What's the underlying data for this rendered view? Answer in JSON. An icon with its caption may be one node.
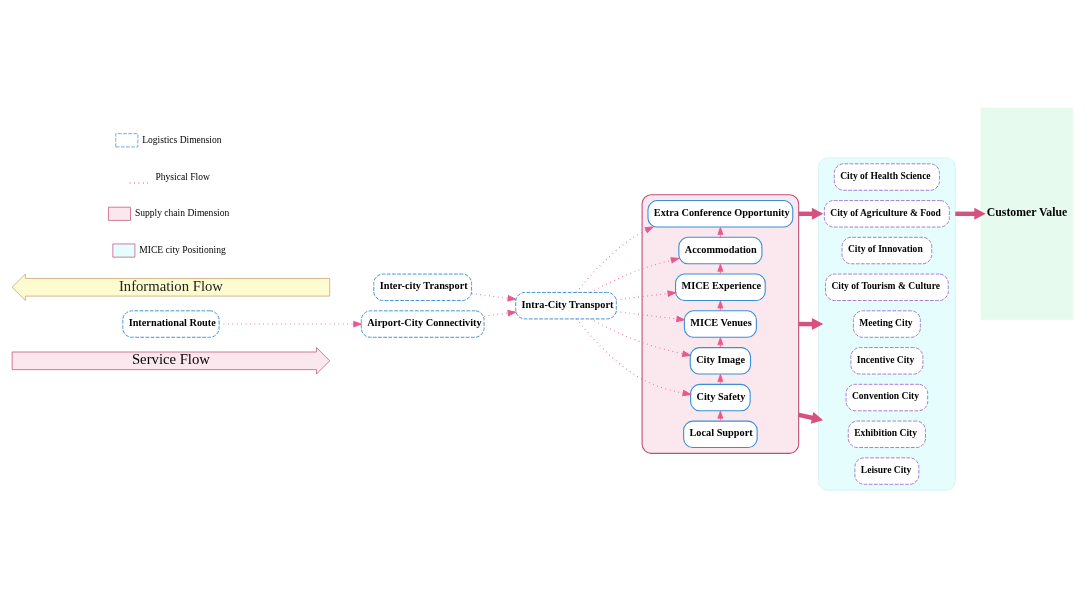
{
  "diagram": {
    "nodes": [
      {
        "text": [
          "Information Flow"
        ]
      },
      {
        "text": [
          "International Route"
        ]
      },
      {
        "text": [
          "Airport-City Connectivity"
        ]
      },
      {
        "text": [
          "Inter-city Transport"
        ]
      },
      {
        "text": [
          "Intra-City Transport"
        ]
      },
      {
        "text": [],
        "shape": "box"
      },
      {
        "text": [
          "Extra Conference Opportunity"
        ],
        "in": 5
      },
      {
        "text": [
          "Accommodation"
        ],
        "in": 5
      },
      {
        "text": [
          "MICE Experience"
        ],
        "in": 5
      },
      {
        "text": [
          "MICE Venues"
        ],
        "in": 5
      },
      {
        "text": [
          "City Image"
        ],
        "in": 5
      },
      {
        "text": [
          "City Safety"
        ],
        "in": 5
      },
      {
        "text": [
          "Local Support"
        ],
        "in": 5
      },
      {
        "text": [],
        "shape": "box"
      },
      {
        "text": [
          "City of Health Science"
        ],
        "in": 13
      },
      {
        "text": [
          "City of Agriculture & Food"
        ],
        "in": 13
      },
      {
        "text": [
          "City of Innovation"
        ],
        "in": 13
      },
      {
        "text": [
          "City of Tourism & Culture"
        ],
        "in": 13
      },
      {
        "text": [
          "Meeting City"
        ],
        "in": 13
      },
      {
        "text": [
          "Incentive City"
        ],
        "in": 13
      },
      {
        "text": [
          "Convention City"
        ],
        "in": 13
      },
      {
        "text": [
          "Exhibition City"
        ],
        "in": 13
      },
      {
        "text": [
          "Leisure City"
        ],
        "in": 13
      },
      {
        "text": [
          "Customer Value"
        ]
      },
      {
        "text": [
          "Service Flow"
        ]
      }
    ],
    "edges": [
      {
        "from": 1,
        "to": 2,
        "arrow": "to",
        "style": "dashed"
      },
      {
        "from": 2,
        "to": 4,
        "arrow": "to",
        "style": "dashed"
      },
      {
        "from": 3,
        "to": 4,
        "arrow": "to",
        "style": "dashed"
      },
      {
        "from": 4,
        "to": 6,
        "arrow": "to",
        "style": "dashed"
      },
      {
        "from": 4,
        "to": 7,
        "arrow": "to",
        "style": "dashed"
      },
      {
        "from": 4,
        "to": 8,
        "arrow": "to",
        "style": "dashed"
      },
      {
        "from": 4,
        "to": 9,
        "arrow": "to",
        "style": "dashed"
      },
      {
        "from": 4,
        "to": 10,
        "arrow": "to",
        "style": "dashed"
      },
      {
        "from": 4,
        "to": 11,
        "arrow": "to",
        "style": "dashed"
      },
      {
        "from": 12,
        "to": 11,
        "arrow": "to"
      },
      {
        "from": 11,
        "to": 10,
        "arrow": "to"
      },
      {
        "from": 10,
        "to": 9,
        "arrow": "to"
      },
      {
        "from": 9,
        "to": 8,
        "arrow": "to"
      },
      {
        "from": 8,
        "to": 7,
        "arrow": "to"
      },
      {
        "from": 7,
        "to": 6,
        "arrow": "to"
      },
      {
        "from": 5,
        "to": 13,
        "arrow": "to",
        "style": "thick",
        "color": "#d6517d"
      },
      {
        "from": 5,
        "to": 13,
        "arrow": "to",
        "style": "thick",
        "color": "#d6517d"
      },
      {
        "from": 5,
        "to": 13,
        "arrow": "to",
        "style": "thick",
        "color": "#d6517d"
      },
      {
        "from": 13,
        "to": 23,
        "arrow": "to",
        "style": "thick",
        "color": "#d6517d"
      }
    ],
    "legend": [
      {
        "text": "Logistics Dimension"
      },
      {
        "text": "Physical Flow"
      },
      {
        "text": "Supply chain Dimension"
      },
      {
        "text": "MICE city Positioning"
      }
    ]
  }
}
